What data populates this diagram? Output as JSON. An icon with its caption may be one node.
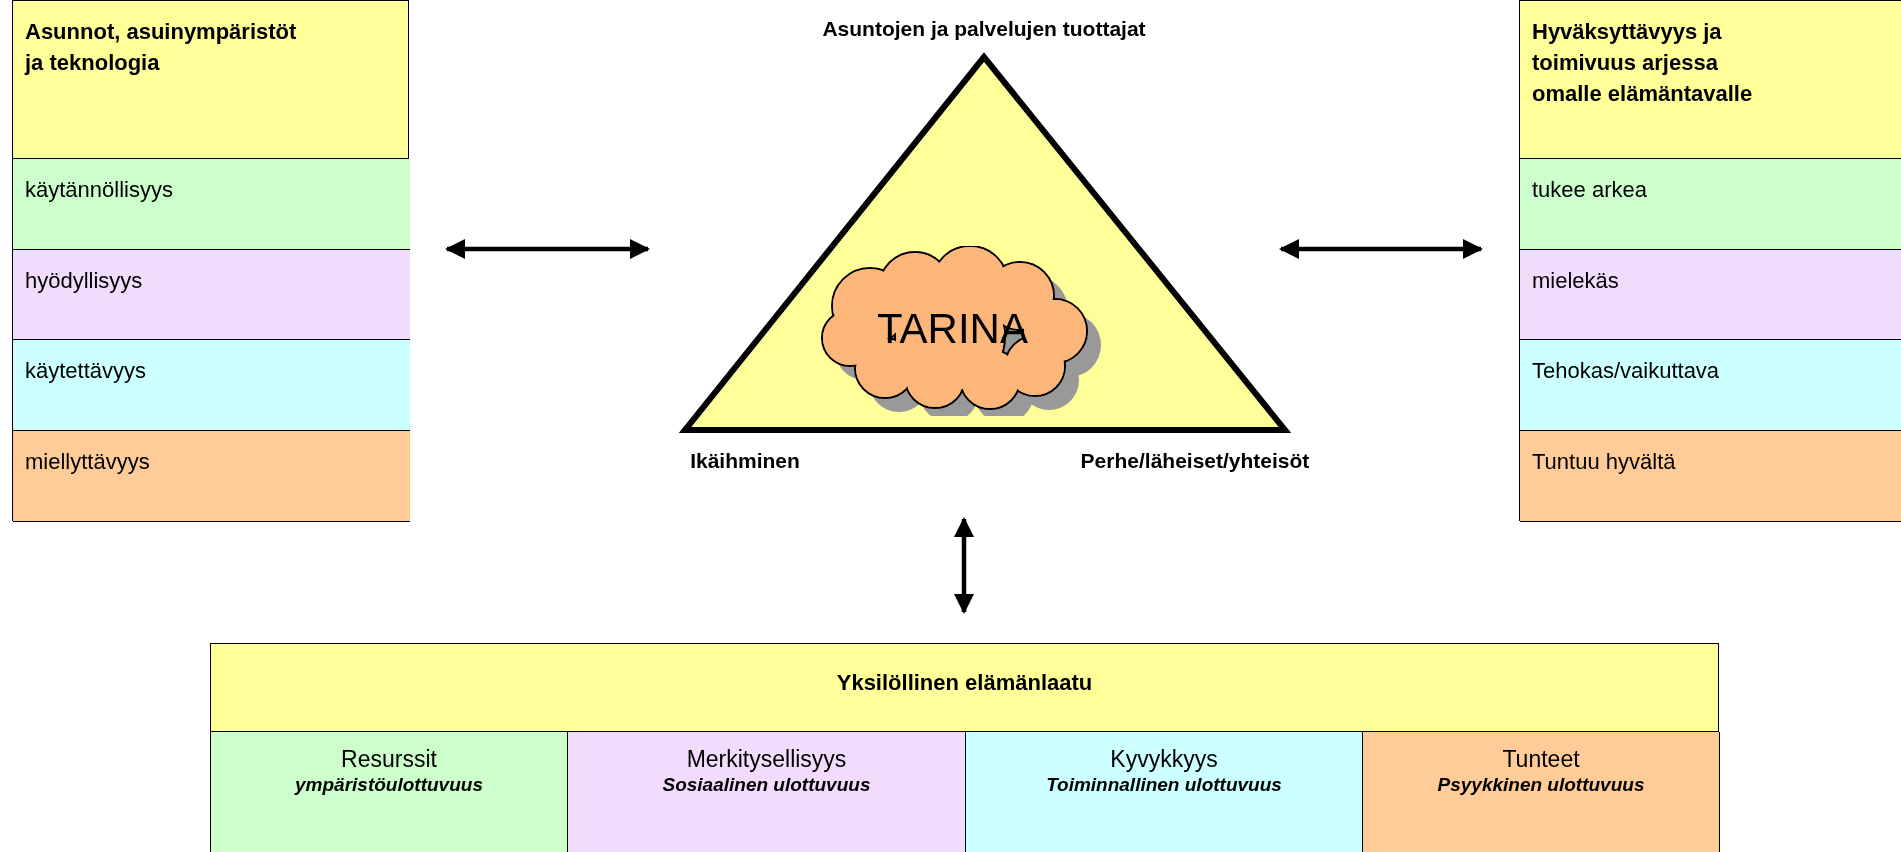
{
  "diagram": {
    "nodes": [
      {
        "text": [
          "Asunnot, asuinympäristöt ja teknologia"
        ]
      },
      {
        "text": [
          "käytännöllisyys"
        ],
        "in": 0
      },
      {
        "text": [
          "hyödyllisyys"
        ],
        "in": 0
      },
      {
        "text": [
          "käytettävyys"
        ],
        "in": 0
      },
      {
        "text": [
          "miellyttävyys"
        ],
        "in": 0
      },
      {
        "text": [
          "Asuntojen ja palvelujen tuottajat",
          "Ikäihminen",
          "Perhe/läheiset/yhteisöt"
        ]
      },
      {
        "text": [
          "TARINA"
        ],
        "in": 5
      },
      {
        "text": [
          "Hyväksyttävyys ja toimivuus arjessa omalle elämäntavalle"
        ]
      },
      {
        "text": [
          "tukee arkea"
        ],
        "in": 7
      },
      {
        "text": [
          "mielekäs"
        ],
        "in": 7
      },
      {
        "text": [
          "Tehokas/vaikuttava"
        ],
        "in": 7
      },
      {
        "text": [
          "Tuntuu hyvältä"
        ],
        "in": 7
      },
      {
        "text": [
          "Yksilöllinen elämänlaatu"
        ]
      },
      {
        "text": [
          "Resurssit",
          "ympäristöulottuvuus"
        ],
        "in": 12
      },
      {
        "text": [
          "Merkitysellisyys",
          "Sosiaalinen ulottuvuus"
        ],
        "in": 12
      },
      {
        "text": [
          "Kyvykkyys",
          "Toiminnallinen ulottuvuus"
        ],
        "in": 12
      },
      {
        "text": [
          "Tunteet",
          "Psyykkinen ulottuvuus"
        ],
        "in": 12
      }
    ],
    "edges": [
      {
        "from": 0,
        "to": 5,
        "arrow": "both"
      },
      {
        "from": 5,
        "to": 7,
        "arrow": "both"
      },
      {
        "from": 5,
        "to": 12,
        "arrow": "both"
      }
    ]
  }
}
